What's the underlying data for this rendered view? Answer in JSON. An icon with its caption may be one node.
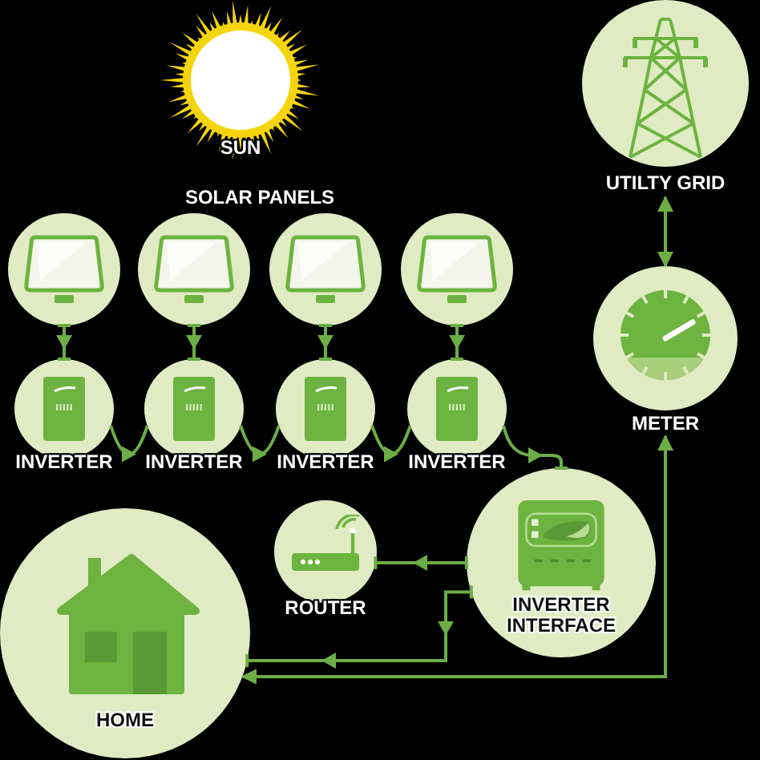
{
  "diagram": {
    "nodes": [
      {
        "text": [
          "SUN"
        ]
      },
      {
        "text": [
          "UTILTY GRID"
        ]
      },
      {
        "text": [],
        "shape": "circle"
      },
      {
        "text": [],
        "shape": "circle"
      },
      {
        "text": [],
        "shape": "circle"
      },
      {
        "text": [],
        "shape": "circle"
      },
      {
        "text": [
          "INVERTER"
        ]
      },
      {
        "text": [
          "INVERTER"
        ]
      },
      {
        "text": [
          "INVERTER"
        ]
      },
      {
        "text": [
          "INVERTER"
        ]
      },
      {
        "text": [
          "METER"
        ]
      },
      {
        "text": [
          "ROUTER"
        ]
      },
      {
        "text": [
          "INVERTER INTERFACE"
        ]
      },
      {
        "text": [
          "HOME"
        ]
      }
    ],
    "edges": [
      {
        "from": 2,
        "to": 6,
        "arrow": "to"
      },
      {
        "from": 3,
        "to": 7,
        "arrow": "to"
      },
      {
        "from": 4,
        "to": 8,
        "arrow": "to"
      },
      {
        "from": 5,
        "to": 9,
        "arrow": "to"
      },
      {
        "from": 6,
        "to": 7,
        "arrow": "to"
      },
      {
        "from": 7,
        "to": 8,
        "arrow": "to"
      },
      {
        "from": 8,
        "to": 9,
        "arrow": "to"
      },
      {
        "from": 9,
        "to": 12,
        "arrow": "to"
      },
      {
        "from": 1,
        "to": 10,
        "arrow": "both"
      },
      {
        "from": 12,
        "to": 11,
        "arrow": "to"
      },
      {
        "from": 12,
        "to": 13,
        "arrow": "to"
      },
      {
        "from": 10,
        "to": 13,
        "arrow": "both"
      }
    ],
    "labels": [
      "SOLAR PANELS"
    ]
  }
}
